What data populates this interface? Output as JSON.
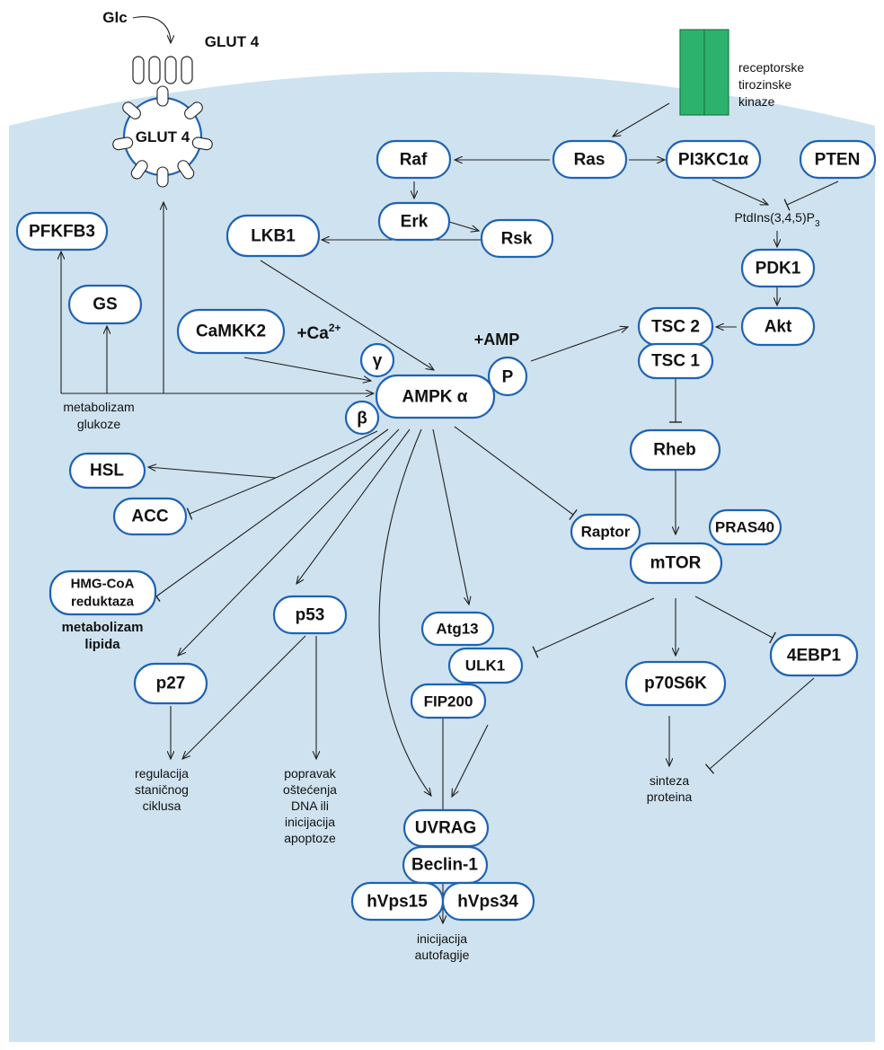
{
  "membrane": {
    "glc": "Glc",
    "glut4_top": "GLUT 4",
    "glut4_vesicle": "GLUT 4",
    "receptor_label": [
      "receptorske",
      "tirozinske",
      "kinaze"
    ]
  },
  "nodes": {
    "raf": "Raf",
    "ras": "Ras",
    "pi3k": "PI3KC1α",
    "pten": "PTEN",
    "erk": "Erk",
    "rsk": "Rsk",
    "lkb1": "LKB1",
    "pfkfb3": "PFKFB3",
    "gs": "GS",
    "camkk2": "CaMKK2",
    "ampk": "AMPK α",
    "pdk1": "PDK1",
    "akt": "Akt",
    "tsc2": "TSC 2",
    "tsc1": "TSC 1",
    "rheb": "Rheb",
    "hsl": "HSL",
    "acc": "ACC",
    "hmgcoa": [
      "HMG-CoA",
      "reduktaza"
    ],
    "raptor": "Raptor",
    "pras40": "PRAS40",
    "mtor": "mTOR",
    "p53": "p53",
    "p27": "p27",
    "atg13": "Atg13",
    "ulk1": "ULK1",
    "fip200": "FIP200",
    "p70s6k": "p70S6K",
    "4ebp1": "4EBP1",
    "uvrag": "UVRAG",
    "beclin1": "Beclin-1",
    "hvps15": "hVps15",
    "hvps34": "hVps34"
  },
  "subunits": {
    "gamma": "γ",
    "beta": "β",
    "p": "P"
  },
  "labels": {
    "ca": "+Ca",
    "ca_sup": "2+",
    "amp": "+AMP",
    "ptdins": "PtdIns(3,4,5)P",
    "ptdins_sub": "3",
    "metabolizam_glukoze": [
      "metabolizam",
      "glukoze"
    ],
    "metabolizam_lipida": [
      "metabolizam",
      "lipida"
    ],
    "regulacija": [
      "regulacija",
      "staničnog",
      "ciklusa"
    ],
    "popravak": [
      "popravak",
      "oštećenja",
      "DNA ili",
      "inicijacija",
      "apoptoze"
    ],
    "autofagija": [
      "inicijacija",
      "autofagije"
    ],
    "sinteza": [
      "sinteza",
      "proteina"
    ]
  },
  "colors": {
    "cell": "#cfe2ef",
    "node_border": "#1e63b4",
    "receptor": "#2db26d"
  }
}
